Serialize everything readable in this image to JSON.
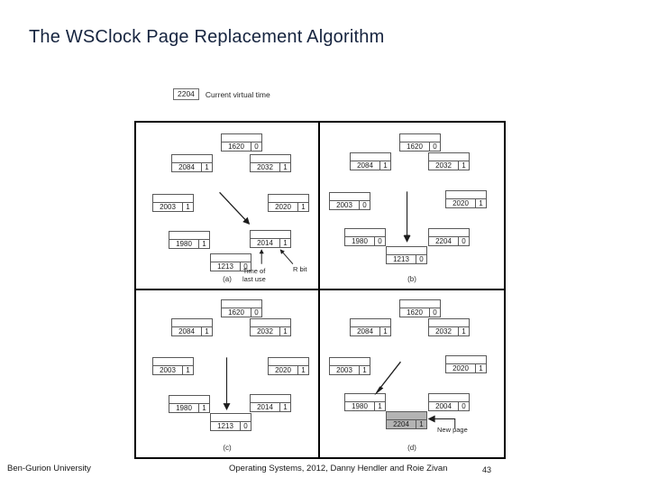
{
  "slide": {
    "title": "The WSClock Page Replacement Algorithm"
  },
  "figure": {
    "virtual_time": {
      "value": "2204",
      "label": "Current virtual time"
    },
    "panels": [
      {
        "id": "a",
        "label": "(a)",
        "pages": [
          {
            "time": "1620",
            "rbit": "0"
          },
          {
            "time": "2084",
            "rbit": "1"
          },
          {
            "time": "2032",
            "rbit": "1"
          },
          {
            "time": "2003",
            "rbit": "1"
          },
          {
            "time": "2020",
            "rbit": "1"
          },
          {
            "time": "1980",
            "rbit": "1"
          },
          {
            "time": "2014",
            "rbit": "1"
          },
          {
            "time": "1213",
            "rbit": "0"
          }
        ],
        "annotations": [
          {
            "text": "Time of\nlast use"
          },
          {
            "text": "R bit"
          }
        ]
      },
      {
        "id": "b",
        "label": "(b)",
        "pages": [
          {
            "time": "1620",
            "rbit": "0"
          },
          {
            "time": "2084",
            "rbit": "1"
          },
          {
            "time": "2032",
            "rbit": "1"
          },
          {
            "time": "2003",
            "rbit": "0"
          },
          {
            "time": "2020",
            "rbit": "1"
          },
          {
            "time": "1980",
            "rbit": "0"
          },
          {
            "time": "2204",
            "rbit": "0"
          },
          {
            "time": "1213",
            "rbit": "0"
          }
        ],
        "annotations": []
      },
      {
        "id": "c",
        "label": "(c)",
        "pages": [
          {
            "time": "1620",
            "rbit": "0"
          },
          {
            "time": "2084",
            "rbit": "1"
          },
          {
            "time": "2032",
            "rbit": "1"
          },
          {
            "time": "2003",
            "rbit": "1"
          },
          {
            "time": "2020",
            "rbit": "1"
          },
          {
            "time": "1980",
            "rbit": "1"
          },
          {
            "time": "2014",
            "rbit": "1"
          },
          {
            "time": "1213",
            "rbit": "0"
          }
        ],
        "annotations": []
      },
      {
        "id": "d",
        "label": "(d)",
        "pages": [
          {
            "time": "1620",
            "rbit": "0"
          },
          {
            "time": "2084",
            "rbit": "1"
          },
          {
            "time": "2032",
            "rbit": "1"
          },
          {
            "time": "2003",
            "rbit": "1"
          },
          {
            "time": "2020",
            "rbit": "1"
          },
          {
            "time": "1980",
            "rbit": "1"
          },
          {
            "time": "2004",
            "rbit": "0"
          },
          {
            "time": "2204",
            "rbit": "1"
          }
        ],
        "annotations": [
          {
            "text": "New page"
          }
        ]
      }
    ]
  },
  "footer": {
    "left": "Ben-Gurion University",
    "center": "Operating Systems, 2012, Danny Hendler and Roie Zivan",
    "slide_number": "43"
  },
  "colors": {
    "title": "#16243f",
    "frame": "#000000",
    "box_border": "#595959",
    "highlight": "#b3b3b3",
    "text": "#1c1c1c"
  }
}
